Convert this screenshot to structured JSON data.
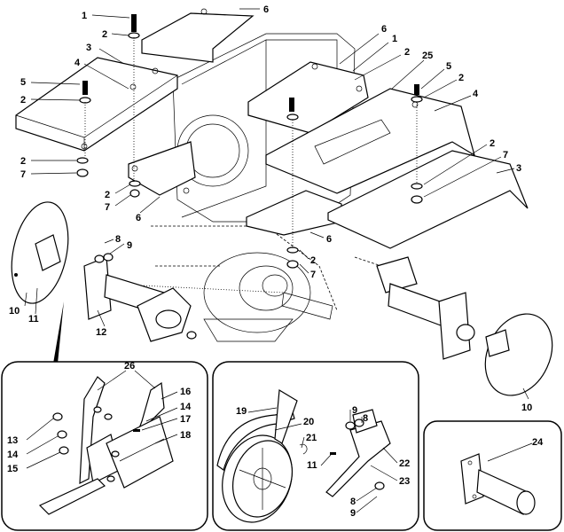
{
  "labels": [
    {
      "text": "1"
    },
    {
      "text": "2"
    },
    {
      "text": "6"
    },
    {
      "text": "3"
    },
    {
      "text": "4"
    },
    {
      "text": "5"
    },
    {
      "text": "2"
    },
    {
      "text": "2"
    },
    {
      "text": "7"
    },
    {
      "text": "6"
    },
    {
      "text": "1"
    },
    {
      "text": "2"
    },
    {
      "text": "25"
    },
    {
      "text": "5"
    },
    {
      "text": "2"
    },
    {
      "text": "4"
    },
    {
      "text": "2"
    },
    {
      "text": "7"
    },
    {
      "text": "3"
    },
    {
      "text": "2"
    },
    {
      "text": "7"
    },
    {
      "text": "6"
    },
    {
      "text": "6"
    },
    {
      "text": "2"
    },
    {
      "text": "7"
    },
    {
      "text": "8"
    },
    {
      "text": "9"
    },
    {
      "text": "10"
    },
    {
      "text": "11"
    },
    {
      "text": "12"
    },
    {
      "text": "10"
    },
    {
      "text": "26"
    },
    {
      "text": "16"
    },
    {
      "text": "14"
    },
    {
      "text": "17"
    },
    {
      "text": "18"
    },
    {
      "text": "13"
    },
    {
      "text": "14"
    },
    {
      "text": "15"
    },
    {
      "text": "19"
    },
    {
      "text": "20"
    },
    {
      "text": "21"
    },
    {
      "text": "9"
    },
    {
      "text": "8"
    },
    {
      "text": "11"
    },
    {
      "text": "22"
    },
    {
      "text": "23"
    },
    {
      "text": "8"
    },
    {
      "text": "9"
    },
    {
      "text": "24"
    }
  ]
}
